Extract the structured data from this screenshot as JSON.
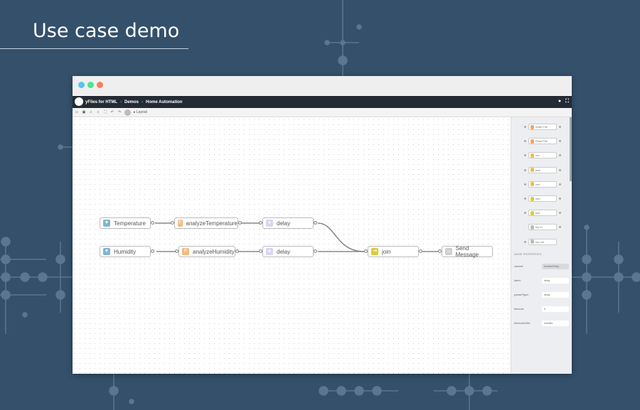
{
  "heading": "Use case demo",
  "app": {
    "title": "yFiles for HTML",
    "breadcrumb": [
      "Demos",
      "Home Automation"
    ],
    "github_icon": "github-icon",
    "fullscreen_icon": "fullscreen-icon"
  },
  "toolbar": {
    "layout_label": "Layout"
  },
  "graph": {
    "nodes": [
      {
        "label": "Temperature",
        "icon": "heart-icon",
        "color": "#7fb6cf"
      },
      {
        "label": "analyzeTemperature",
        "icon": "F",
        "color": "#f6b97d"
      },
      {
        "label": "delay",
        "icon": "drop-icon",
        "color": "#d9d5f3"
      },
      {
        "label": "Humidity",
        "icon": "heart-icon",
        "color": "#7fb6cf"
      },
      {
        "label": "analyzeHumidity",
        "icon": "F",
        "color": "#f6b97d"
      },
      {
        "label": "delay",
        "icon": "drop-icon",
        "color": "#d9d5f3"
      },
      {
        "label": "join",
        "icon": "enter-icon",
        "color": "#dccb3c"
      },
      {
        "label": "Send Message",
        "icon": "arrow-icon",
        "color": "#d0d0d0"
      }
    ]
  },
  "palette": [
    {
      "label": "Write File",
      "color": "#f0a860"
    },
    {
      "label": "Read File",
      "color": "#f0a860"
    },
    {
      "label": "csv",
      "color": "#e8c050"
    },
    {
      "label": "json",
      "color": "#e8c050"
    },
    {
      "label": "xml",
      "color": "#e8c050"
    },
    {
      "label": "sort",
      "color": "#dccb3c"
    },
    {
      "label": "join",
      "color": "#dccb3c"
    },
    {
      "label": "tcp in",
      "color": "#bbbbbb"
    },
    {
      "label": "tcp out",
      "color": "#bbbbbb"
    }
  ],
  "properties": {
    "title": "NODE PROPERTIES",
    "rows": [
      {
        "label": "variant:",
        "value": "functionDelay"
      },
      {
        "label": "label:",
        "value": "delay"
      },
      {
        "label": "pauseType:",
        "value": "delay"
      },
      {
        "label": "timeout:",
        "value": "5"
      },
      {
        "label": "timeoutUnits:",
        "value": "minutes"
      }
    ]
  }
}
